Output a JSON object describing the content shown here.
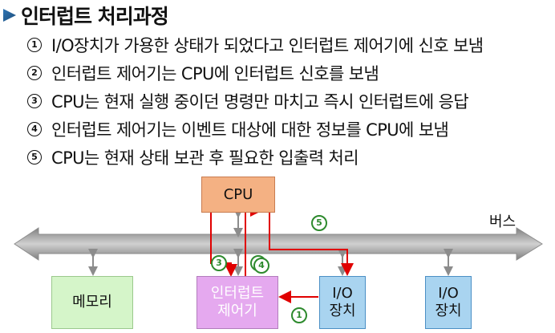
{
  "title": "인터럽트 처리과정",
  "steps": [
    {
      "num": "1",
      "text": "I/O장치가 가용한 상태가 되었다고 인터럽트 제어기에 신호 보냄"
    },
    {
      "num": "2",
      "text": "인터럽트 제어기는 CPU에 인터럽트 신호를 보냄"
    },
    {
      "num": "3",
      "text": "CPU는 현재 실행 중이던 명령만 마치고 즉시 인터럽트에 응답"
    },
    {
      "num": "4",
      "text": "인터럽트 제어기는 이벤트 대상에 대한 정보를 CPU에 보냄"
    },
    {
      "num": "5",
      "text": "CPU는 현재 상태 보관 후 필요한 입출력 처리"
    }
  ],
  "diagram": {
    "bus_label": "버스",
    "cpu": "CPU",
    "memory": "메모리",
    "interrupt_controller": "인터럽트\n제어기",
    "io_devices": [
      "I/O\n장치",
      "I/O\n장치"
    ],
    "markers": [
      "1",
      "2",
      "3",
      "4",
      "5"
    ]
  },
  "colors": {
    "cpu": "#f4b183",
    "memory": "#d5f5c9",
    "interrupt_controller": "#e5a9ef",
    "io": "#a9d4f0",
    "signal_line": "#e00000",
    "marker": "#2d8a2d",
    "bus": "#a6a6a6"
  }
}
